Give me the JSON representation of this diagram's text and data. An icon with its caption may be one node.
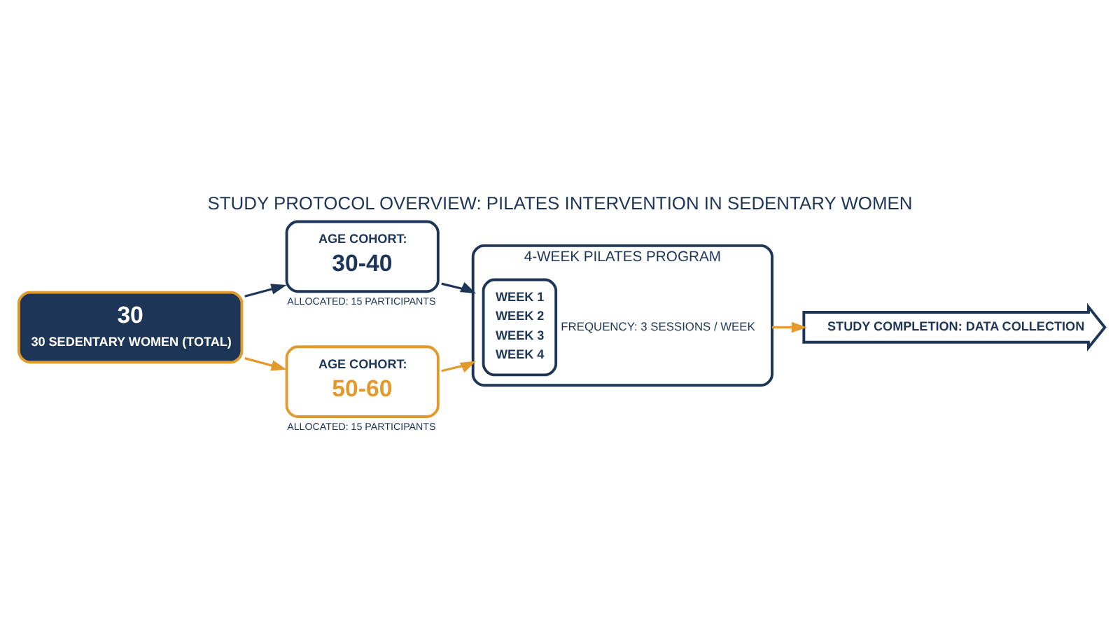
{
  "diagram": {
    "title": "STUDY PROTOCOL OVERVIEW: PILATES INTERVENTION IN SEDENTARY WOMEN",
    "nodes": [
      {
        "text": [
          "30",
          "30 SEDENTARY WOMEN (TOTAL)"
        ]
      },
      {
        "text": [
          "AGE COHORT:",
          "30-40"
        ],
        "beside": [
          "ALLOCATED: 15 PARTICIPANTS"
        ]
      },
      {
        "text": [
          "AGE COHORT:",
          "50-60"
        ],
        "beside": [
          "ALLOCATED: 15 PARTICIPANTS"
        ]
      },
      {
        "text": [
          "4-WEEK PILATES PROGRAM"
        ]
      },
      {
        "text": [
          "WEEK 1",
          "WEEK 2",
          "WEEK 3",
          "WEEK 4"
        ],
        "beside": [
          "FREQUENCY: 3 SESSIONS / WEEK"
        ],
        "in": 3
      },
      {
        "text": [
          "STUDY COMPLETION: DATA COLLECTION"
        ]
      }
    ],
    "edges": [
      {
        "from": 0,
        "to": 1,
        "arrow": "to",
        "color": "#1d3557"
      },
      {
        "from": 0,
        "to": 2,
        "arrow": "to",
        "color": "#e29a2d"
      },
      {
        "from": 1,
        "to": 3,
        "arrow": "to",
        "color": "#1d3557"
      },
      {
        "from": 2,
        "to": 3,
        "arrow": "to",
        "color": "#e29a2d"
      },
      {
        "from": 3,
        "to": 5,
        "arrow": "to",
        "color": "#e29a2d"
      }
    ]
  }
}
